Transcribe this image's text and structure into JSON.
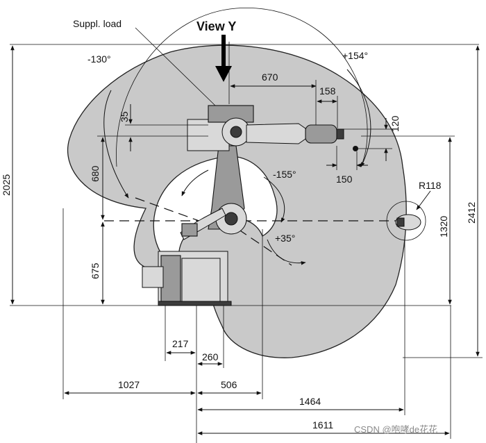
{
  "labels": {
    "suppl_load": "Suppl. load",
    "view_y": "View Y",
    "angle_neg130": "-130°",
    "angle_pos154": "+154°",
    "angle_neg155": "-155°",
    "angle_pos35": "+35°",
    "radius_r118": "R118"
  },
  "dimensions": {
    "d670": "670",
    "d158": "158",
    "d120": "120",
    "d150": "150",
    "d35": "35",
    "d680": "680",
    "d675": "675",
    "d2025": "2025",
    "d2412": "2412",
    "d1320": "1320",
    "d217": "217",
    "d260": "260",
    "d1027": "1027",
    "d506": "506",
    "d1464": "1464",
    "d1611": "1611"
  },
  "watermark": "CSDN @咆哮de花花"
}
